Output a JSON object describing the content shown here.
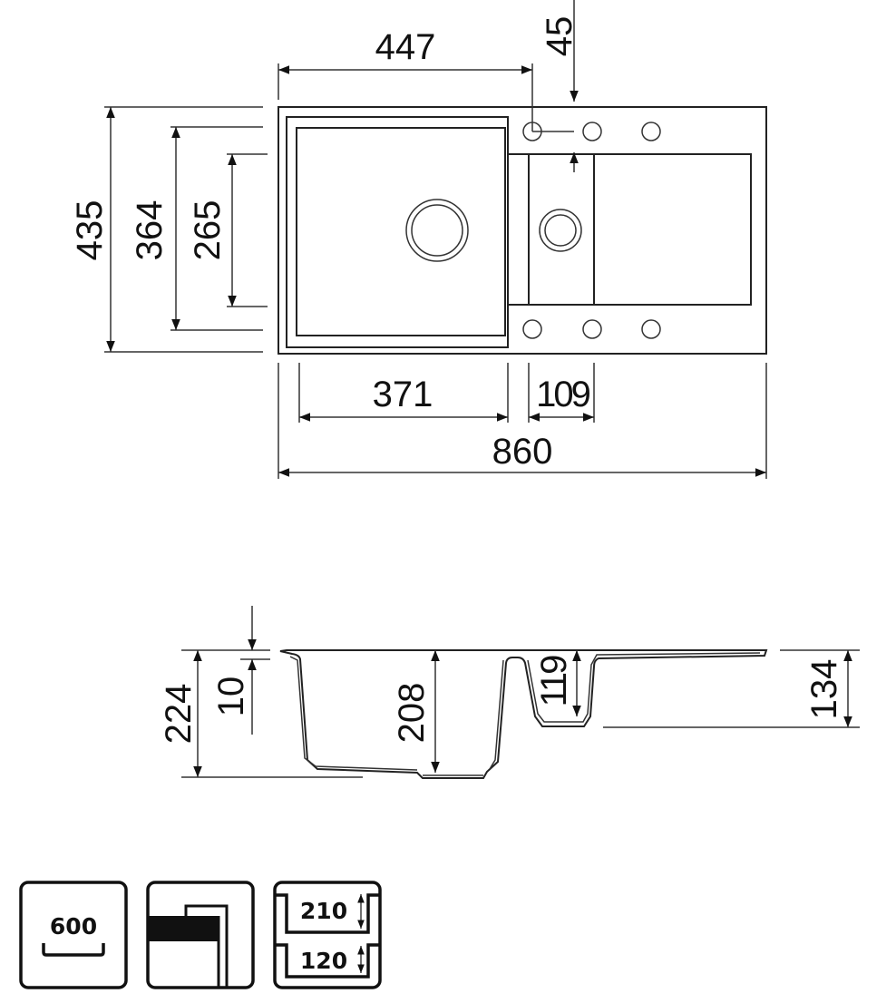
{
  "top_view": {
    "dimensions": {
      "width_to_tap_hole": "447",
      "tap_hole_offset": "45",
      "overall_depth": "435",
      "bowl_depth_outer": "364",
      "bowl_depth_inner": "265",
      "main_bowl_width": "371",
      "small_bowl_width": "109",
      "overall_width": "860"
    }
  },
  "side_view": {
    "dimensions": {
      "total_height": "224",
      "rim_thickness": "10",
      "main_bowl_depth": "208",
      "small_bowl_depth": "119",
      "drainer_height": "134"
    }
  },
  "icons": {
    "cabinet_size": "600",
    "depth_main": "210",
    "depth_small": "120"
  },
  "colors": {
    "line": "#222222",
    "background": "#ffffff"
  }
}
